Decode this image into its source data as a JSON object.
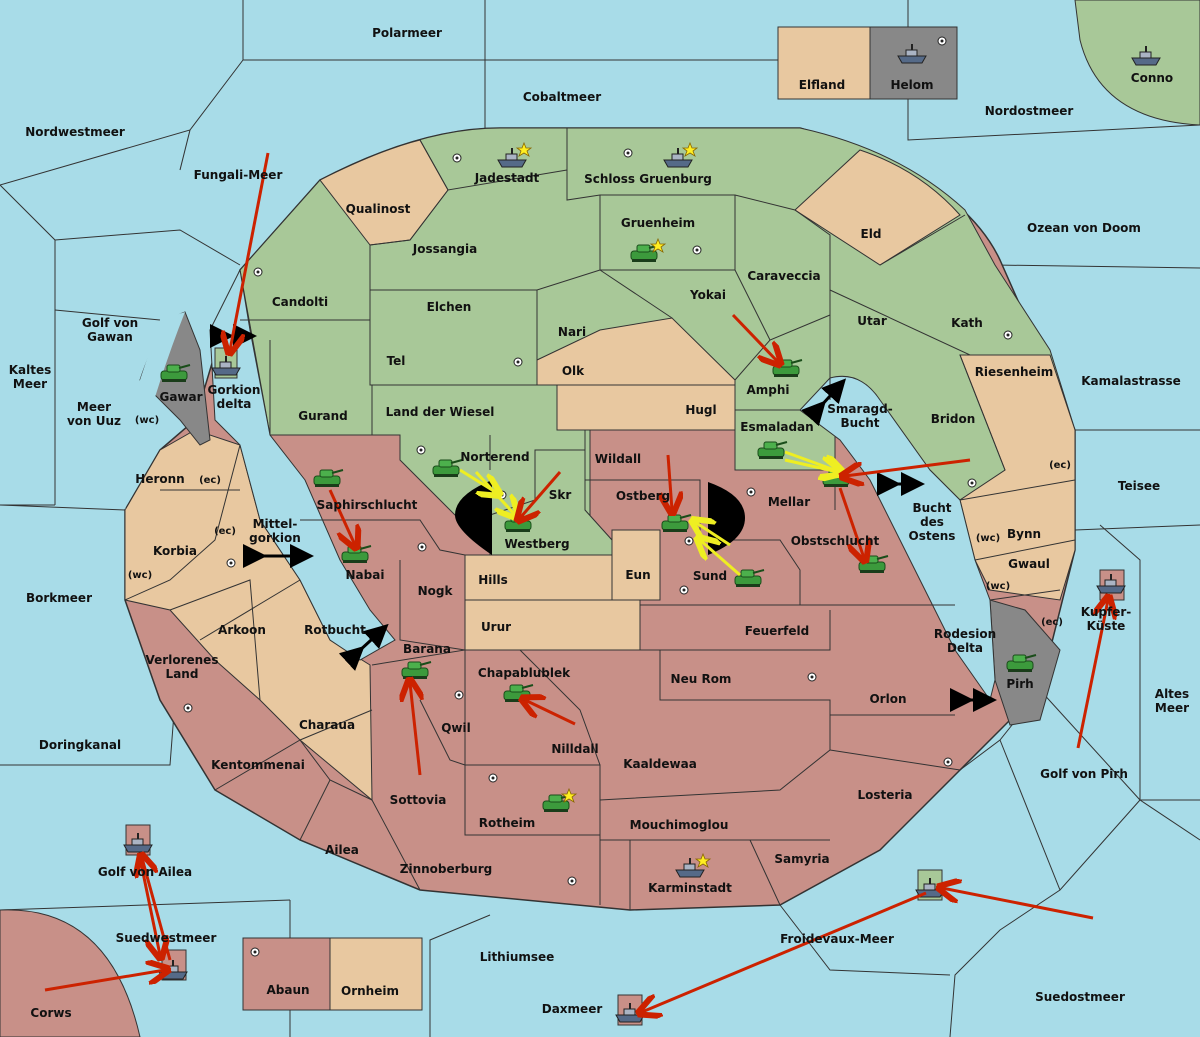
{
  "colors": {
    "sea": "#a8dce8",
    "green": "#a8c898",
    "tan": "#e8c8a0",
    "red": "#c89088",
    "grey": "#888888",
    "arrow_red": "#cc2200",
    "arrow_yellow": "#ffff33",
    "unit_green": "#3c9a3c"
  },
  "sea_labels": {
    "polarmeer": "Polarmeer",
    "cobaltmeer": "Cobaltmeer",
    "nordwestmeer": "Nordwestmeer",
    "fungali": "Fungali-Meer",
    "nordostmeer": "Nordostmeer",
    "conno": "Conno",
    "ozean": "Ozean von Doom",
    "golf_gawan": "Golf von Gawan",
    "kaltes_meer": "Kaltes Meer",
    "meer_uuz": "Meer von Uuz",
    "kamalastrasse": "Kamalastrasse",
    "smaragd": "Smaragd-Bucht",
    "teisee": "Teisee",
    "mittel": "Mittel-gorkion",
    "bucht_ostens": "Bucht des Ostens",
    "borkmeer": "Borkmeer",
    "rotbucht": "Rotbucht",
    "rodesion": "Rodesion Delta",
    "altes_meer": "Altes Meer",
    "doringkanal": "Doringkanal",
    "golf_pirh": "Golf von Pirh",
    "golf_ailea": "Golf von Ailea",
    "froidevaux": "Froidevaux-Meer",
    "suedwestmeer": "Suedwestmeer",
    "lithiumsee": "Lithiumsee",
    "suedostmeer": "Suedostmeer",
    "daxmeer": "Daxmeer",
    "corws": "Corws"
  },
  "province_labels": {
    "elfland": "Elfland",
    "helom": "Helom",
    "jadestadt": "Jadestadt",
    "schloss": "Schloss Gruenburg",
    "qualinost": "Qualinost",
    "eld": "Eld",
    "jossangia": "Jossangia",
    "gruenheim": "Gruenheim",
    "caraveccia": "Caraveccia",
    "candolti": "Candolti",
    "elchen": "Elchen",
    "yokai": "Yokai",
    "utar": "Utar",
    "kath": "Kath",
    "nari": "Nari",
    "tel": "Tel",
    "olk": "Olk",
    "amphi": "Amphi",
    "riesenheim": "Riesenheim",
    "gawar": "Gawar",
    "gorkion": "Gorkion delta",
    "gurand": "Gurand",
    "land_wiesel": "Land der Wiesel",
    "hugl": "Hugl",
    "bridon": "Bridon",
    "esmaladan": "Esmaladan",
    "heronn": "Heronn",
    "norterend": "Norterend",
    "wildall": "Wildall",
    "skr": "Skr",
    "ostberg": "Ostberg",
    "mellar": "Mellar",
    "saphirschlucht": "Saphirschlucht",
    "westberg": "Westberg",
    "bynn": "Bynn",
    "obstschlucht": "Obstschlucht",
    "korbia": "Korbia",
    "nabai": "Nabai",
    "hills": "Hills",
    "eun": "Eun",
    "sund": "Sund",
    "gwaul": "Gwaul",
    "nogk": "Nogk",
    "kupferkueste": "Kupfer-Küste",
    "arkoon": "Arkoon",
    "urur": "Urur",
    "feuerfeld": "Feuerfeld",
    "verlorenes": "Verlorenes Land",
    "barana": "Barana",
    "chapablublek": "Chapablublek",
    "neu_rom": "Neu Rom",
    "pirh": "Pirh",
    "orlon": "Orlon",
    "qwil": "Qwil",
    "charaua": "Charaua",
    "nilldall": "Nilldall",
    "kaaldewaa": "Kaaldewaa",
    "kentommenai": "Kentommenai",
    "sottovia": "Sottovia",
    "losteria": "Losteria",
    "rotheim": "Rotheim",
    "mouchimoglou": "Mouchimoglou",
    "ailea": "Ailea",
    "samyria": "Samyria",
    "zinnoberburg": "Zinnoberburg",
    "karminstadt": "Karminstadt",
    "abaun": "Abaun",
    "ornheim": "Ornheim"
  },
  "coast_tags": {
    "wc": "(wc)",
    "ec": "(ec)"
  }
}
